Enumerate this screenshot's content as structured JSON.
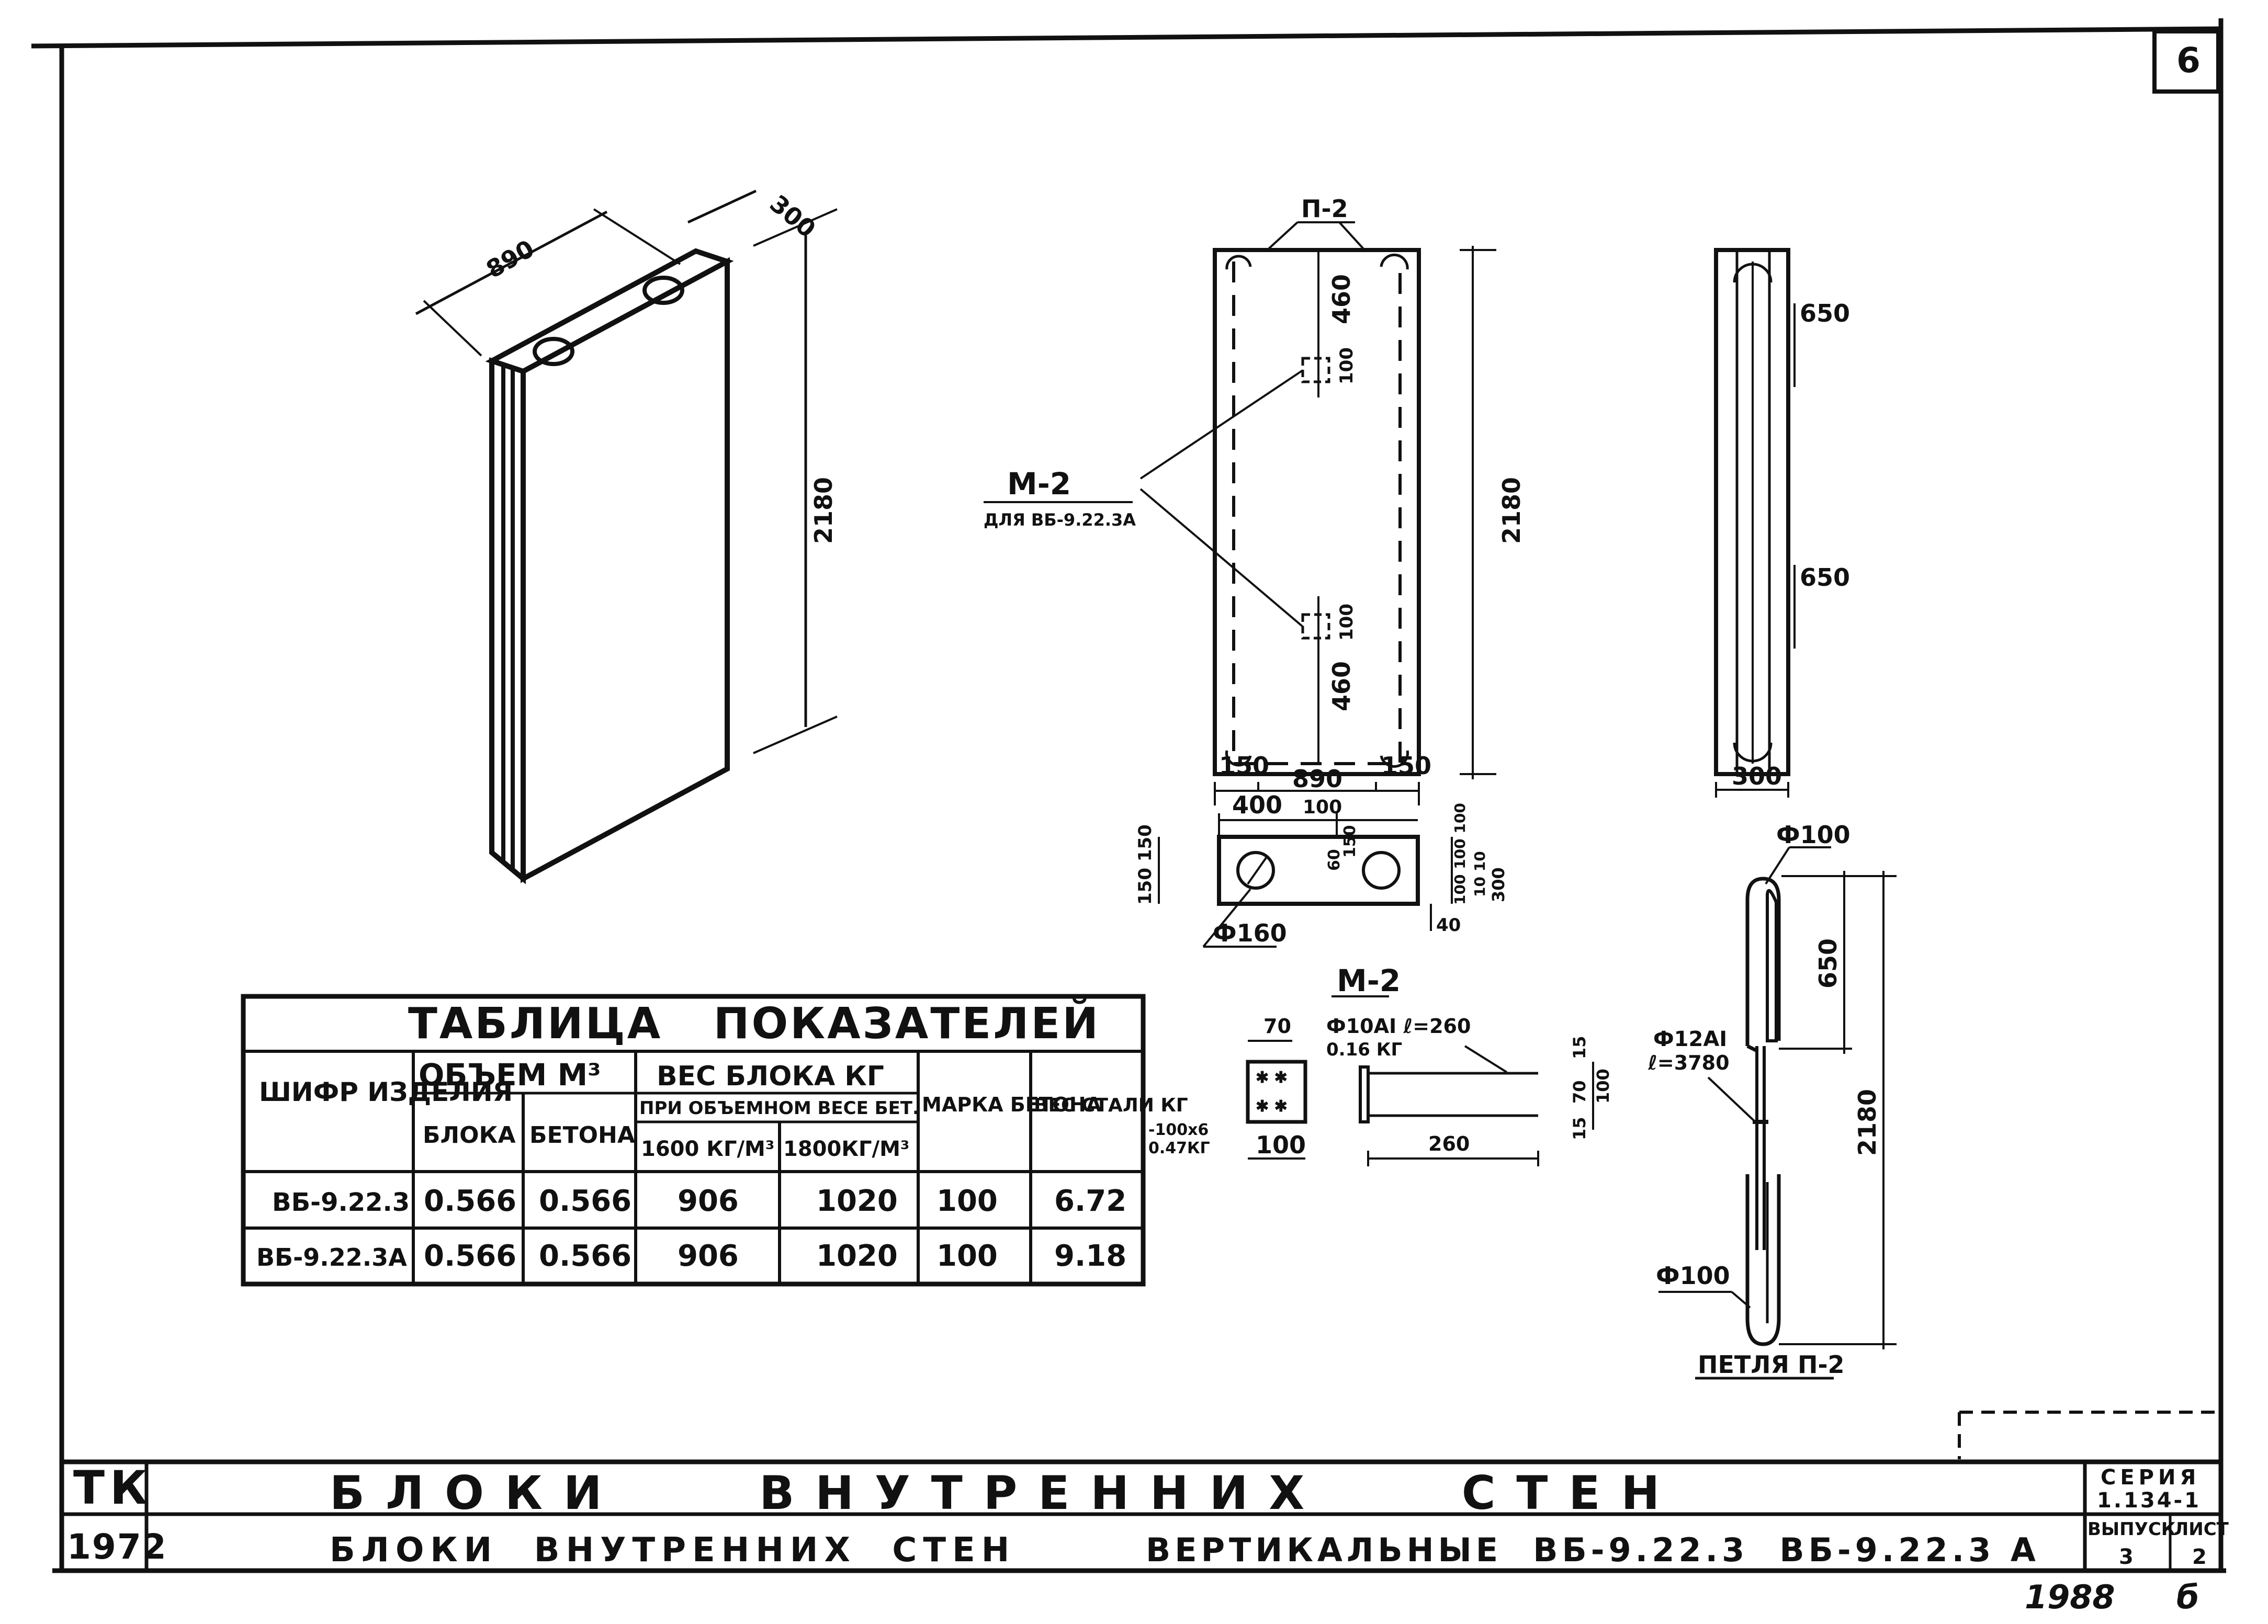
{
  "sheet": {
    "number": "6",
    "handwritten_year": "1988",
    "handwritten_letter": "б"
  },
  "views": {
    "isometric": {
      "dim_width": "890",
      "dim_depth": "300",
      "dim_height": "2180"
    },
    "front": {
      "loop_callout": "П-2",
      "height": "2180",
      "top_offset": "460",
      "bottom_offset": "460",
      "embed_size_top": "100",
      "embed_size_bottom": "100",
      "width": "890",
      "edge_left": "150",
      "edge_right": "150",
      "embed_callout": "М-2",
      "embed_callout_note": "ДЛЯ ВБ-9.22.3А"
    },
    "side": {
      "width": "300",
      "loop_top": "650",
      "loop_bottom": "650"
    },
    "plan": {
      "dim_400": "400",
      "dim_100": "100",
      "dim_150": "150",
      "dim_60": "60",
      "dim_left": "150 150",
      "dim_right_stack": "100 100 100",
      "dim_right_2": "10 10",
      "dim_300": "300",
      "hole": "Ф160",
      "dim_40": "40"
    }
  },
  "embed_m2": {
    "title": "М-2",
    "plate_side": "70",
    "plate_width": "100",
    "bar_callout": "Ф10АI  ℓ=260",
    "bar_weight": "0.16 КГ",
    "bar_length": "260",
    "dim_left": "15",
    "dim_mid": "70",
    "dim_right": "15",
    "dim_total": "100",
    "plate_note": "-100х6",
    "plate_weight": "0.47КГ"
  },
  "loop_p2": {
    "top_diameter": "Ф100",
    "bar": "Ф12АI",
    "bar_length": "ℓ=3780",
    "top_length": "650",
    "total_length": "2180",
    "bottom_diameter": "Ф100",
    "title": "ПЕТЛЯ П-2"
  },
  "table": {
    "title": "ТАБЛИЦА   ПОКАЗАТЕЛЕЙ",
    "col_code": "ШИФР ИЗДЕЛИЯ",
    "col_volume": "ОБЪЕМ М³",
    "col_volume_block": "БЛОКА",
    "col_volume_concrete": "БЕТОНА",
    "col_weight": "ВЕС БЛОКА КГ",
    "col_weight_sub": "ПРИ ОБЪЕМНОМ ВЕСЕ БЕТ.",
    "col_weight_1600": "1600 КГ/М³",
    "col_weight_1800": "1800КГ/М³",
    "col_grade": "МАРКА БЕТОНА",
    "col_steel": "ВЕС СТАЛИ КГ",
    "rows": [
      {
        "code": "ВБ-9.22.3",
        "block": "0.566",
        "concrete": "0.566",
        "w1600": "906",
        "w1800": "1020",
        "grade": "100",
        "steel": "6.72"
      },
      {
        "code": "ВБ-9.22.3А",
        "block": "0.566",
        "concrete": "0.566",
        "w1600": "906",
        "w1800": "1020",
        "grade": "100",
        "steel": "9.18"
      }
    ]
  },
  "title_block": {
    "org": "ТК",
    "year": "1972",
    "title": "БЛОКИ ВНУТРЕННИХ СТЕН",
    "subtitle_1": "БЛОКИ  ВНУТРЕННИХ  СТЕН",
    "subtitle_2": "ВЕРТИКАЛЬНЫЕ  ВБ-9.22.3  ВБ-9.22.3 А",
    "series_label": "СЕРИЯ",
    "series_value": "1.134-1",
    "issue_label": "ВЫПУСК",
    "issue_value": "3",
    "sheet_label": "ЛИСТ",
    "sheet_value": "2"
  }
}
